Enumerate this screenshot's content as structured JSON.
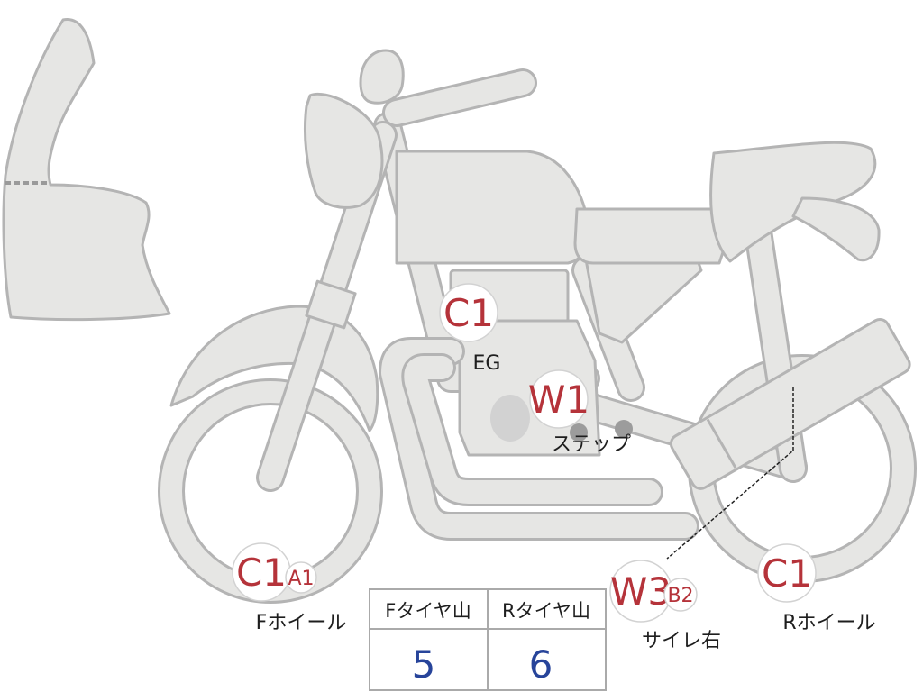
{
  "markers": {
    "eg": {
      "code": "C1",
      "label": "EG"
    },
    "step": {
      "code": "W1",
      "label": "ステップ"
    },
    "front_wheel": {
      "code": "C1",
      "sub": "A1",
      "label": "Fホイール"
    },
    "muffler_right": {
      "code": "W3",
      "sub": "B2",
      "label": "サイレ右"
    },
    "rear_wheel": {
      "code": "C1",
      "label": "Rホイール"
    }
  },
  "tire_table": {
    "headers": [
      "Fタイヤ山",
      "Rタイヤ山"
    ],
    "values": [
      "5",
      "6"
    ]
  },
  "colors": {
    "body_fill": "#e6e6e4",
    "body_outline": "#b4b4b4",
    "code_red": "#b5333a",
    "value_blue": "#27449a"
  }
}
